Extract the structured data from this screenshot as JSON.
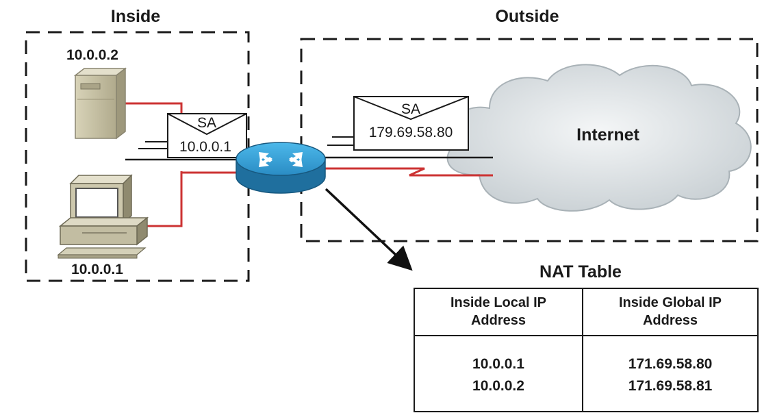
{
  "zones": {
    "inside_label": "Inside",
    "outside_label": "Outside"
  },
  "hosts": {
    "server_ip": "10.0.0.2",
    "pc_ip": "10.0.0.1"
  },
  "packets": {
    "inside_header": "SA",
    "inside_address": "10.0.0.1",
    "outside_header": "SA",
    "outside_address": "179.69.58.80"
  },
  "cloud": {
    "label": "Internet"
  },
  "nat_table": {
    "title": "NAT Table",
    "col1_line1": "Inside Local IP",
    "col1_line2": "Address",
    "col2_line1": "Inside Global IP",
    "col2_line2": "Address",
    "rows": [
      {
        "local": "10.0.0.1",
        "global": "171.69.58.80"
      },
      {
        "local": "10.0.0.2",
        "global": "171.69.58.81"
      }
    ]
  },
  "colors": {
    "link": "#cc3333",
    "router": "#2e9fd8",
    "router_dark": "#1f6f9e",
    "cloud": "#dde3e6",
    "device": "#c9c4aa"
  },
  "icons": [
    "server-icon",
    "pc-icon",
    "router-icon",
    "cloud-icon",
    "envelope-icon"
  ]
}
